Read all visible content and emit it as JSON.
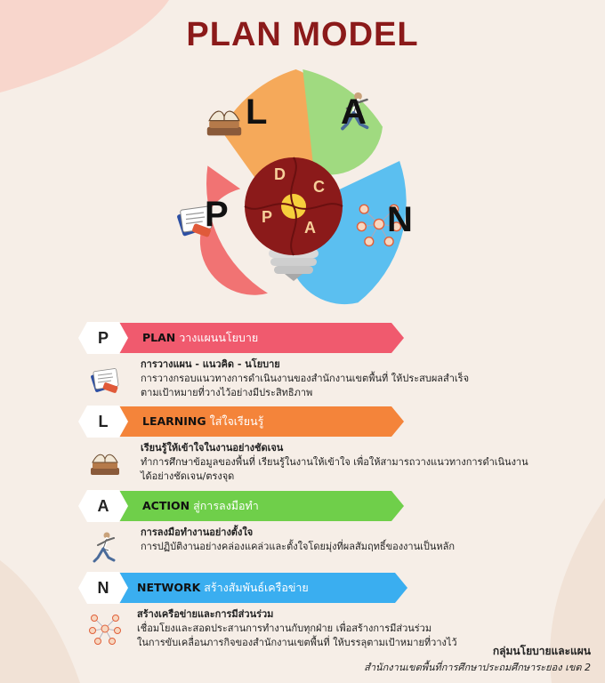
{
  "title": "PLAN MODEL",
  "hero": {
    "segments": [
      {
        "letter": "P",
        "color": "#f17373",
        "icon": "papers-icon"
      },
      {
        "letter": "L",
        "color": "#f5a95a",
        "icon": "books-icon"
      },
      {
        "letter": "A",
        "color": "#9ed97e",
        "icon": "running-person-icon"
      },
      {
        "letter": "N",
        "color": "#5bbff0",
        "icon": "network-people-icon"
      }
    ],
    "cycle": [
      "D",
      "C",
      "A",
      "P"
    ],
    "cycle_color": "#8b1a1a",
    "bulb_color": "#f6cf3c"
  },
  "rows": [
    {
      "letter": "P",
      "name": "PLAN",
      "subtitle": "วางแผนนโยบาย",
      "color": "#f05a6e",
      "icon": "papers-icon",
      "lines": [
        "การวางแผน - แนวคิด - นโยบาย",
        "การวางกรอบแนวทางการดำเนินงานของสำนักงานเขตพื้นที่ ให้ประสบผลสำเร็จ",
        "ตามเป้าหมายที่วางไว้อย่างมีประสิทธิภาพ"
      ]
    },
    {
      "letter": "L",
      "name": "LEARNING",
      "subtitle": "ใส่ใจเรียนรู้",
      "color": "#f4843a",
      "icon": "books-icon",
      "lines": [
        "เรียนรู้ให้เข้าใจในงานอย่างชัดเจน",
        "ทำการศึกษาข้อมูลของพื้นที่ เรียนรู้ในงานให้เข้าใจ เพื่อให้สามารถวางแนวทางการดำเนินงาน",
        "ได้อย่างชัดเจน/ตรงจุด"
      ]
    },
    {
      "letter": "A",
      "name": "ACTION",
      "subtitle": "สู่การลงมือทำ",
      "color": "#6fcf4a",
      "icon": "running-person-icon",
      "lines": [
        "การลงมือทำงานอย่างตั้งใจ",
        "การปฏิบัติงานอย่างคล่องแคล่วและตั้งใจโดยมุ่งที่ผลสัมฤทธิ์ของงานเป็นหลัก"
      ]
    },
    {
      "letter": "N",
      "name": "NETWORK",
      "subtitle": "สร้างสัมพันธ์เครือข่าย",
      "color": "#3aaef0",
      "icon": "network-people-icon",
      "lines": [
        "สร้างเครือข่ายและการมีส่วนร่วม",
        "เชื่อมโยงและสอดประสานการทำงานกับทุกฝ่าย เพื่อสร้างการมีส่วนร่วม",
        "ในการขับเคลื่อนภารกิจของสำนักงานเขตพื้นที่ ให้บรรลุตามเป้าหมายที่วางไว้"
      ]
    }
  ],
  "footer": {
    "org": "กลุ่มนโยบายและแผน",
    "office": "สำนักงานเขตพื้นที่การศึกษาประถมศึกษาระยอง เขต 2"
  }
}
